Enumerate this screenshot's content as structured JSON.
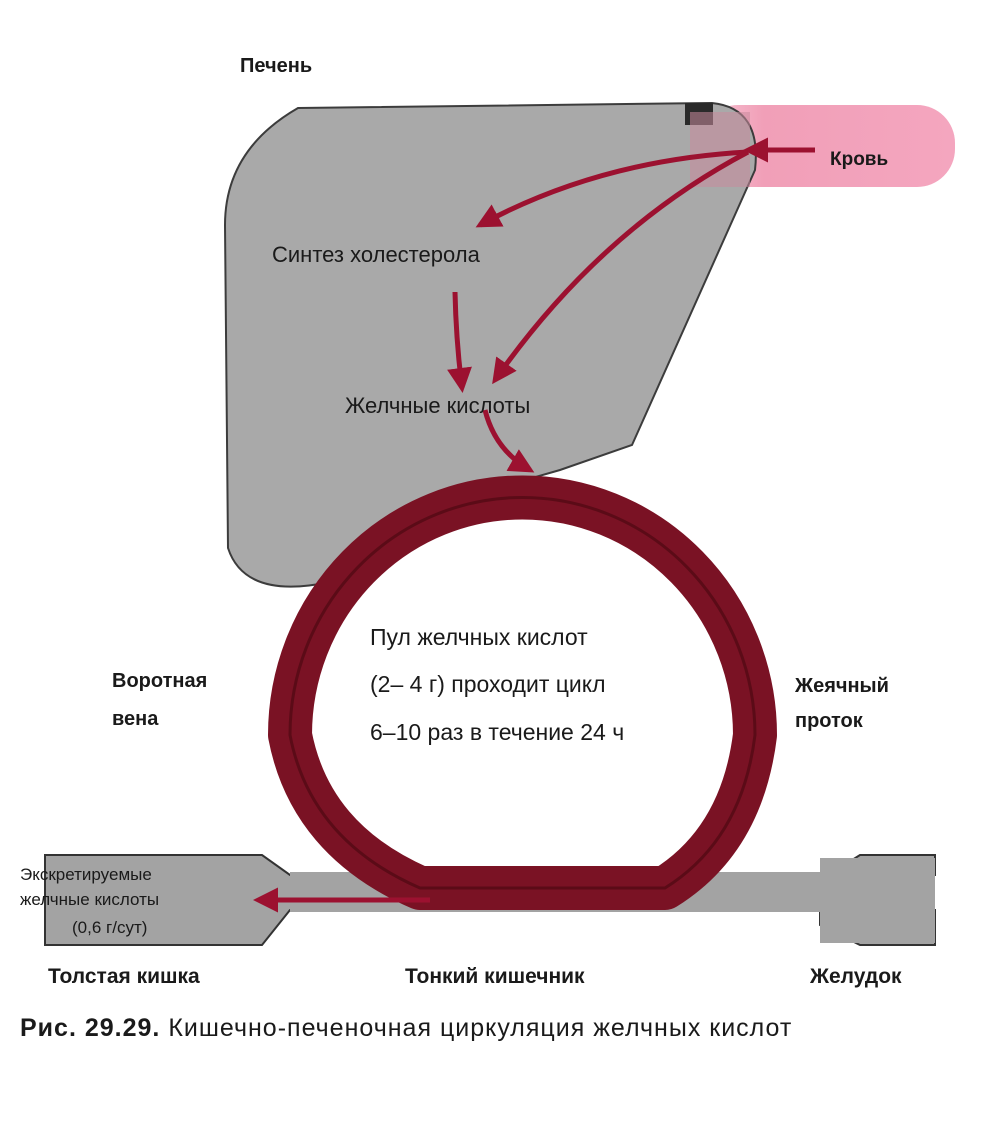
{
  "labels": {
    "liver": "Печень",
    "blood": "Кровь",
    "cholesterol_synthesis": "Синтез холестерола",
    "bile_acids": "Желчные кислоты",
    "pool_line1": "Пул желчных кислот",
    "pool_line2": "(2– 4 г) проходит цикл",
    "pool_line3": "6–10 раз в течение 24 ч",
    "portal_vein_line1": "Воротная",
    "portal_vein_line2": "вена",
    "bile_duct_line1": "Жеячный",
    "bile_duct_line2": "проток",
    "excreted_line1": "Экскретируемые",
    "excreted_line2": "желчные кислоты",
    "excreted_line3": "(0,6 г/сут)",
    "large_intestine": "Толстая кишка",
    "small_intestine": "Тонкий кишечник",
    "stomach": "Желудок"
  },
  "caption": {
    "number": "Рис. 29.29.",
    "text": "Кишечно-печеночная циркуляция желчных кислот"
  },
  "colors": {
    "liver_fill": "#a9a9a9",
    "intestine_fill": "#a3a3a3",
    "blood_pink": "#f09ab4",
    "circulation": "#7a1224",
    "arrow": "#9c1130"
  }
}
